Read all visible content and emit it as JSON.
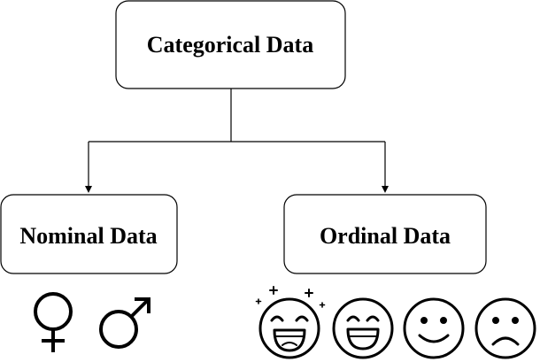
{
  "nodes": {
    "root": {
      "label": "Categorical Data"
    },
    "left": {
      "label": "Nominal Data"
    },
    "right": {
      "label": "Ordinal Data"
    }
  },
  "icons": {
    "nominal": [
      "female-symbol-icon",
      "male-symbol-icon"
    ],
    "ordinal": [
      "star-struck-face-icon",
      "grinning-face-icon",
      "smiling-face-icon",
      "frowning-face-icon"
    ]
  },
  "colors": {
    "stroke": "#000000",
    "background": "#ffffff"
  }
}
